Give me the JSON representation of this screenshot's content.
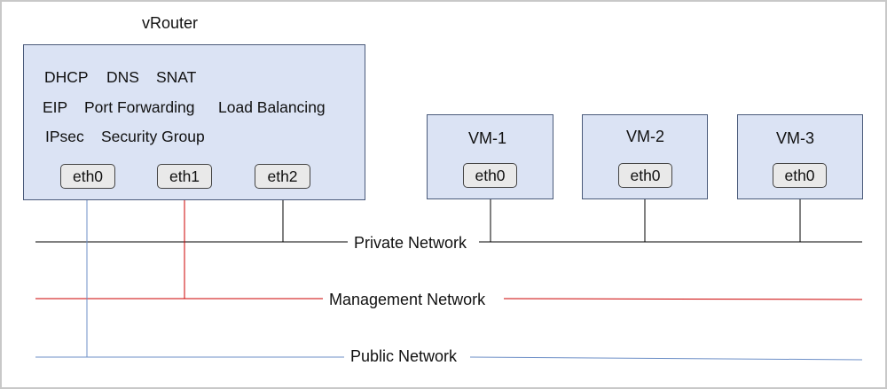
{
  "router": {
    "title": "vRouter",
    "services_row1": [
      "DHCP",
      "DNS",
      "SNAT"
    ],
    "services_row2": [
      "EIP",
      "Port Forwarding",
      "Load Balancing"
    ],
    "services_row3": [
      "IPsec",
      "Security Group"
    ],
    "ports": [
      "eth0",
      "eth1",
      "eth2"
    ]
  },
  "vms": [
    {
      "name": "VM-1",
      "port": "eth0"
    },
    {
      "name": "VM-2",
      "port": "eth0"
    },
    {
      "name": "VM-3",
      "port": "eth0"
    }
  ],
  "networks": {
    "private": {
      "label": "Private Network",
      "color": "#000000"
    },
    "management": {
      "label": "Management Network",
      "color": "#cc0000"
    },
    "public": {
      "label": "Public Network",
      "color": "#6d8fc7"
    }
  },
  "colors": {
    "box_fill": "#dbe3f4",
    "port_fill": "#e9e9e9"
  }
}
